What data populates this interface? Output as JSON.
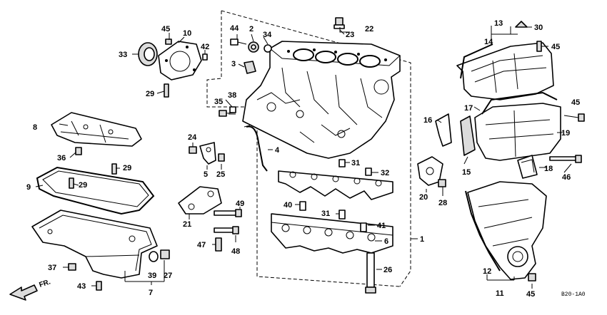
{
  "diagram": {
    "code": "B20-1A0",
    "front_marker": "FR.",
    "callouts": [
      {
        "id": "c1",
        "text": "1"
      },
      {
        "id": "c2",
        "text": "2"
      },
      {
        "id": "c3",
        "text": "3"
      },
      {
        "id": "c4",
        "text": "4"
      },
      {
        "id": "c5",
        "text": "5"
      },
      {
        "id": "c6",
        "text": "6"
      },
      {
        "id": "c7",
        "text": "7"
      },
      {
        "id": "c8",
        "text": "8"
      },
      {
        "id": "c9",
        "text": "9"
      },
      {
        "id": "c10",
        "text": "10"
      },
      {
        "id": "c11",
        "text": "11"
      },
      {
        "id": "c12",
        "text": "12"
      },
      {
        "id": "c13",
        "text": "13"
      },
      {
        "id": "c14",
        "text": "14"
      },
      {
        "id": "c15",
        "text": "15"
      },
      {
        "id": "c16",
        "text": "16"
      },
      {
        "id": "c17",
        "text": "17"
      },
      {
        "id": "c18",
        "text": "18"
      },
      {
        "id": "c19",
        "text": "19"
      },
      {
        "id": "c20",
        "text": "20"
      },
      {
        "id": "c21",
        "text": "21"
      },
      {
        "id": "c22",
        "text": "22"
      },
      {
        "id": "c23",
        "text": "23"
      },
      {
        "id": "c24",
        "text": "24"
      },
      {
        "id": "c25",
        "text": "25"
      },
      {
        "id": "c26",
        "text": "26"
      },
      {
        "id": "c27",
        "text": "27"
      },
      {
        "id": "c28",
        "text": "28"
      },
      {
        "id": "c29a",
        "text": "29"
      },
      {
        "id": "c29b",
        "text": "29"
      },
      {
        "id": "c29c",
        "text": "29"
      },
      {
        "id": "c30",
        "text": "30"
      },
      {
        "id": "c31a",
        "text": "31"
      },
      {
        "id": "c31b",
        "text": "31"
      },
      {
        "id": "c32",
        "text": "32"
      },
      {
        "id": "c33",
        "text": "33"
      },
      {
        "id": "c34",
        "text": "34"
      },
      {
        "id": "c35",
        "text": "35"
      },
      {
        "id": "c36",
        "text": "36"
      },
      {
        "id": "c37",
        "text": "37"
      },
      {
        "id": "c38",
        "text": "38"
      },
      {
        "id": "c39",
        "text": "39"
      },
      {
        "id": "c40",
        "text": "40"
      },
      {
        "id": "c41",
        "text": "41"
      },
      {
        "id": "c42",
        "text": "42"
      },
      {
        "id": "c43",
        "text": "43"
      },
      {
        "id": "c44",
        "text": "44"
      },
      {
        "id": "c45a",
        "text": "45"
      },
      {
        "id": "c45b",
        "text": "45"
      },
      {
        "id": "c45c",
        "text": "45"
      },
      {
        "id": "c45d",
        "text": "45"
      },
      {
        "id": "c46",
        "text": "46"
      },
      {
        "id": "c47",
        "text": "47"
      },
      {
        "id": "c48",
        "text": "48"
      },
      {
        "id": "c49",
        "text": "49"
      }
    ]
  }
}
